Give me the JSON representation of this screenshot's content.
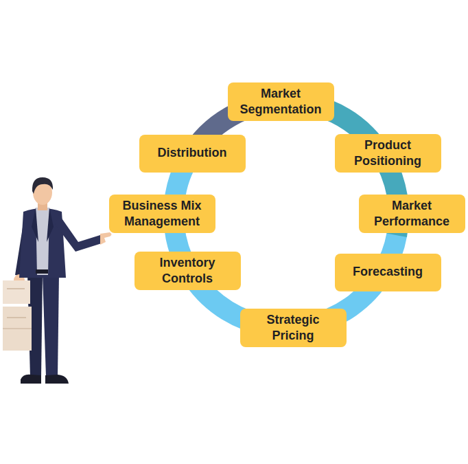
{
  "diagram": {
    "nodes": [
      {
        "text": [
          "Market Segmentation"
        ]
      },
      {
        "text": [
          "Product Positioning"
        ]
      },
      {
        "text": [
          "Market Performance"
        ]
      },
      {
        "text": [
          "Forecasting"
        ]
      },
      {
        "text": [
          "Strategic Pricing"
        ]
      },
      {
        "text": [
          "Inventory Controls"
        ]
      },
      {
        "text": [
          "Business Mix Management"
        ]
      },
      {
        "text": [
          "Distribution"
        ]
      }
    ]
  }
}
